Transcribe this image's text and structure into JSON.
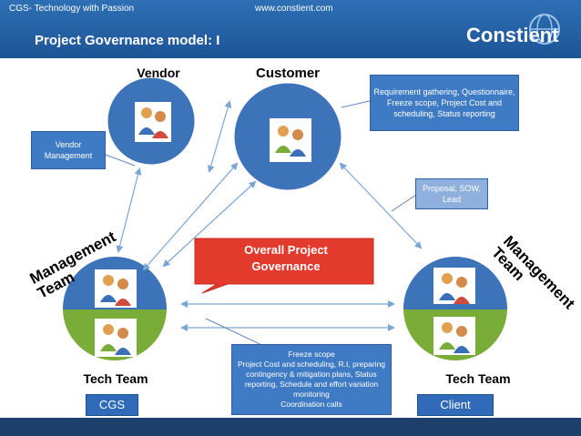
{
  "header": {
    "title": "Project Governance model: I",
    "logo": "Constient"
  },
  "nodes": {
    "vendor": "Vendor",
    "customer": "Customer",
    "tech_left": "Tech Team",
    "tech_right": "Tech Team",
    "cgs": "CGS",
    "client": "Client",
    "mgmt_left": "Management Team",
    "mgmt_right": "Management Team"
  },
  "callouts": {
    "requirement": "Requirement gathering, Questionnaire, Freeze scope, Project Cost and scheduling, Status reporting",
    "vendor_mgmt": "Vendor Management",
    "proposal": "Proposal, SOW, Lead",
    "overall": "Overall Project Governance",
    "freeze": "Freeze scope\nProject Cost and scheduling, R.I, preparing contingency & mitigation plans, Status reporting, Schedule and effort variation monitoring\nCoordination calls"
  },
  "footer": {
    "left": "CGS- Technology with Passion",
    "center": "www.constient.com"
  },
  "colors": {
    "header": "#2e6fb5",
    "circle_blue": "#3c73b9",
    "circle_green": "#7aac3a",
    "callout_red": "#e23b2e",
    "arrow": "#8ab0d8"
  },
  "icons": [
    "people-icon"
  ]
}
